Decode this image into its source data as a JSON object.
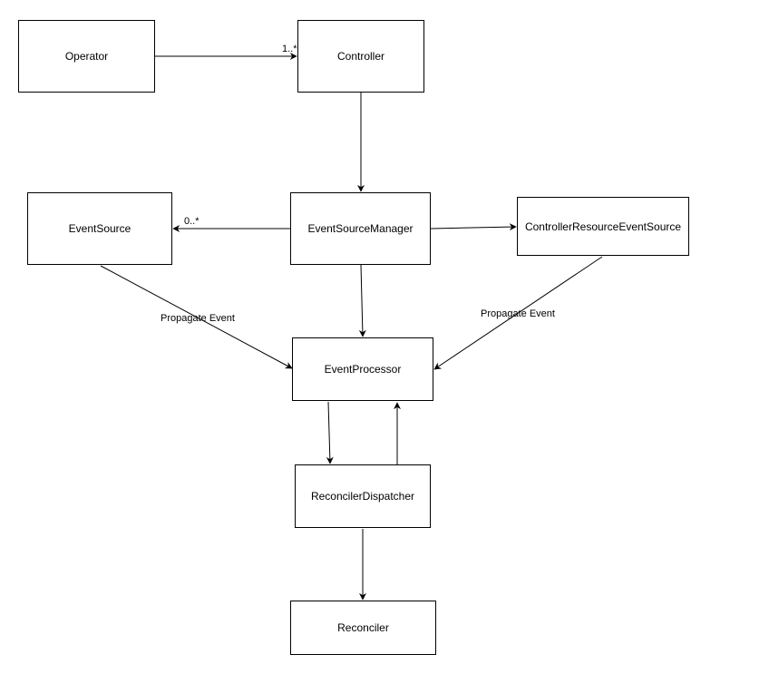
{
  "nodes": {
    "operator": "Operator",
    "controller": "Controller",
    "event_source": "EventSource",
    "event_source_manager": "EventSourceManager",
    "controller_resource_event_source": "ControllerResourceEventSource",
    "event_processor": "EventProcessor",
    "reconciler_dispatcher": "ReconcilerDispatcher",
    "reconciler": "Reconciler"
  },
  "edge_labels": {
    "operator_controller": "1..*",
    "manager_event_source": "0..*",
    "event_source_propagate": "Propagate Event",
    "resource_source_propagate": "Propagate Event"
  }
}
